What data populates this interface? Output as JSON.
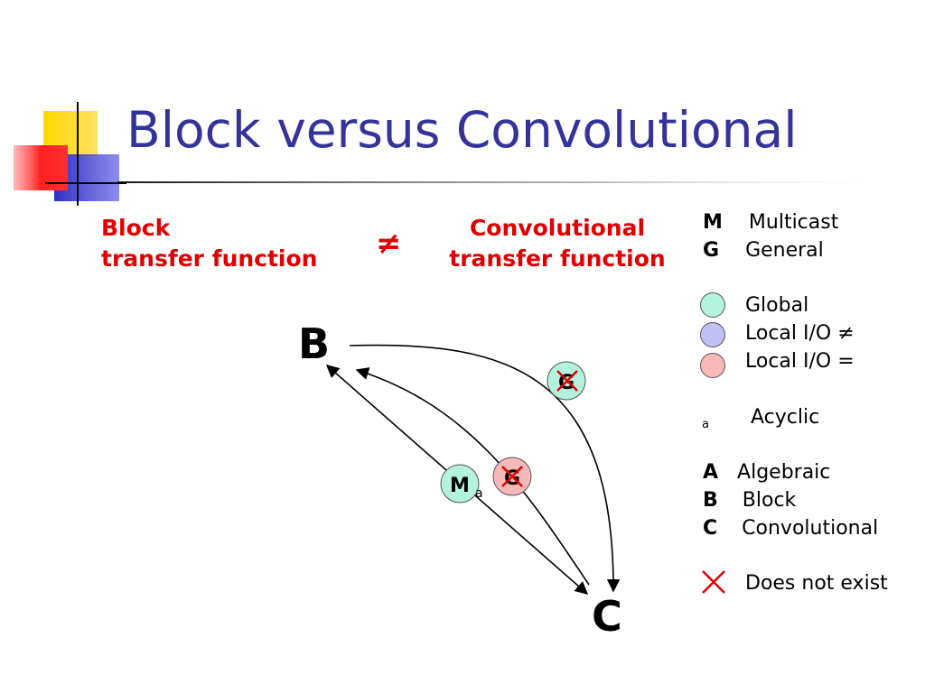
{
  "title": "Block versus Convolutional",
  "headers": {
    "block_line1": "Block",
    "block_line2": "transfer function",
    "neq": "≠",
    "conv_line1": "Convolutional",
    "conv_line2": "transfer function"
  },
  "diagram": {
    "node_b": "B",
    "node_c": "C",
    "circle_m": "M",
    "circle_g_top": "G",
    "circle_g_mid": "G",
    "subscript_a": "a"
  },
  "legend": {
    "m_key": "M",
    "m_label": "Multicast",
    "g_key": "G",
    "g_label": "General",
    "global_label": "Global",
    "local_neq_label": "Local I/O ≠",
    "local_eq_label": "Local I/O =",
    "acyclic_key": "a",
    "acyclic_label": "Acyclic",
    "a_key": "A",
    "a_label": "Algebraic",
    "b_key": "B",
    "b_label": "Block",
    "c_key": "C",
    "c_label": "Convolutional",
    "not_exist_label": "Does not exist"
  },
  "colors": {
    "title": "#333399",
    "red": "#e00000",
    "global_fill": "#b3f2dc",
    "local_neq_fill": "#c0c0f4",
    "local_eq_fill": "#f7b8b8"
  }
}
